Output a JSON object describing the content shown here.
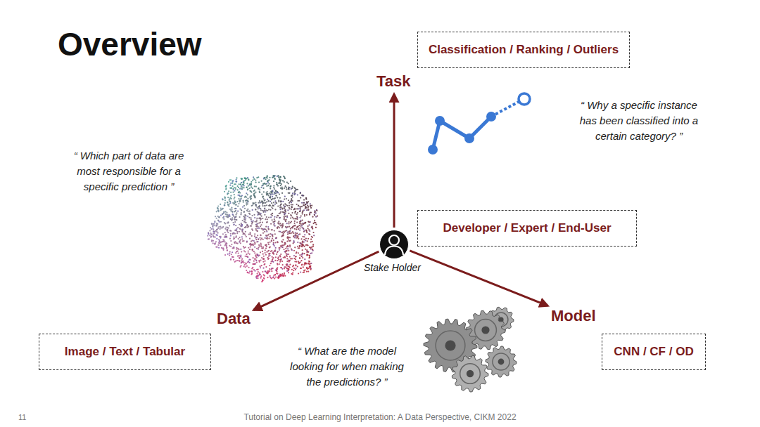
{
  "diagram": {
    "title": "Overview",
    "nodes": [
      {
        "text": [
          "Classification / Ranking / Outliers",
          "Task"
        ]
      },
      {
        "text": [
          "Developer / Expert / End-User"
        ]
      },
      {
        "text": [
          "Stake Holder"
        ]
      },
      {
        "text": [
          "Data",
          "Image / Text / Tabular"
        ]
      },
      {
        "text": [
          "Model",
          "CNN / CF / OD"
        ]
      }
    ],
    "edges": [
      {
        "from": 2,
        "to": 0,
        "arrow": "to"
      },
      {
        "from": 2,
        "to": 3,
        "arrow": "to"
      },
      {
        "from": 2,
        "to": 4,
        "arrow": "to"
      }
    ],
    "labels": [
      "“ Why a specific instance has been classified into a certain category? ”",
      "“ Which part of data are most responsible for a specific prediction ”",
      "“ What are the model looking for when making the predictions? ”",
      "11",
      "Tutorial on Deep Learning Interpretation: A Data Perspective, CIKM 2022"
    ]
  }
}
